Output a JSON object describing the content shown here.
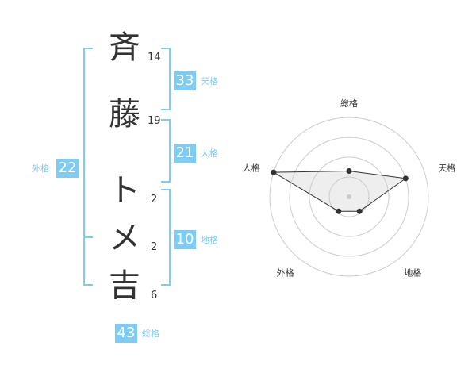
{
  "name": {
    "chars": [
      {
        "char": "斉",
        "strokes": "14"
      },
      {
        "char": "藤",
        "strokes": "19"
      },
      {
        "char": "ト",
        "strokes": "2"
      },
      {
        "char": "メ",
        "strokes": "2"
      },
      {
        "char": "吉",
        "strokes": "6"
      }
    ]
  },
  "fortunes": {
    "tenkaku": {
      "value": "33",
      "label": "天格"
    },
    "jinkaku": {
      "value": "21",
      "label": "人格"
    },
    "chikaku": {
      "value": "10",
      "label": "地格"
    },
    "gaikaku": {
      "value": "22",
      "label": "外格"
    },
    "soukaku": {
      "value": "43",
      "label": "総格"
    }
  },
  "colors": {
    "accent": "#7ecbf3",
    "text": "#333333",
    "grid": "#cccccc"
  },
  "chart_data": {
    "type": "radar",
    "categories": [
      "総格",
      "天格",
      "地格",
      "外格",
      "人格"
    ],
    "values": [
      1.3,
      3.0,
      0.9,
      0.9,
      4.0
    ],
    "rmax": 4,
    "rings": 4
  }
}
